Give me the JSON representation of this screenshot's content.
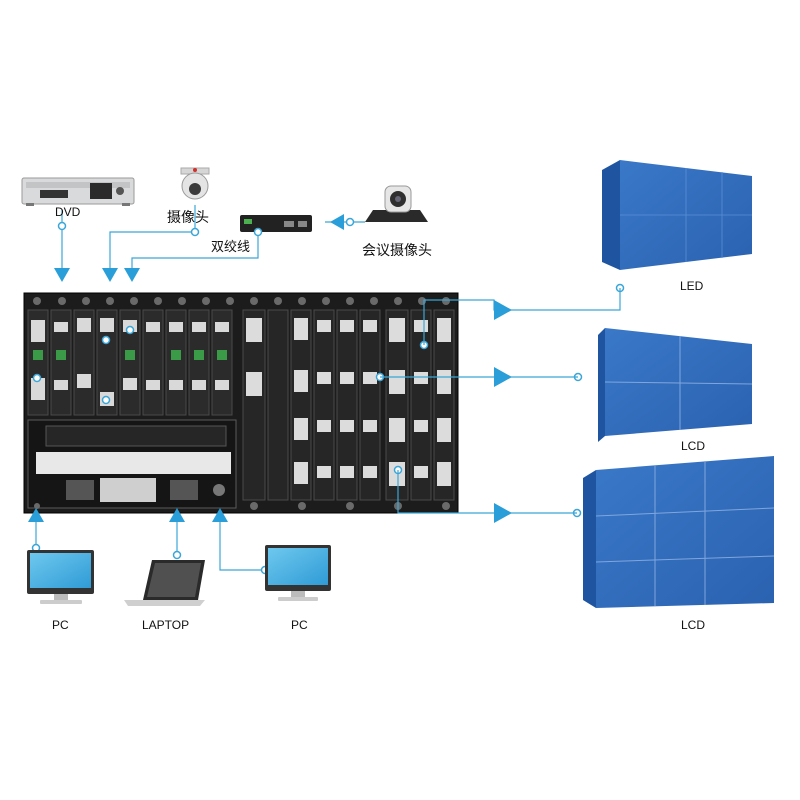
{
  "labels": {
    "dvd": "DVD",
    "dome_camera": "摄像头",
    "twisted_pair": "双绞线",
    "conference_camera": "会议摄像头",
    "led": "LED",
    "lcd_top": "LCD",
    "lcd_bottom": "LCD",
    "pc_left": "PC",
    "laptop": "LAPTOP",
    "pc_right": "PC"
  },
  "colors": {
    "connector": "#3aa6d8",
    "arrow": "#2a9ed8",
    "chassis": "#1c1c1c",
    "screen_wall": "#2f6fc0",
    "screen_wall_dark": "#1f55a0"
  },
  "icons": [
    "dvd-player-icon",
    "dome-camera-icon",
    "extender-icon",
    "ptz-camera-icon",
    "led-wall-icon",
    "lcd-wall-icon",
    "pc-monitor-icon",
    "laptop-icon"
  ]
}
